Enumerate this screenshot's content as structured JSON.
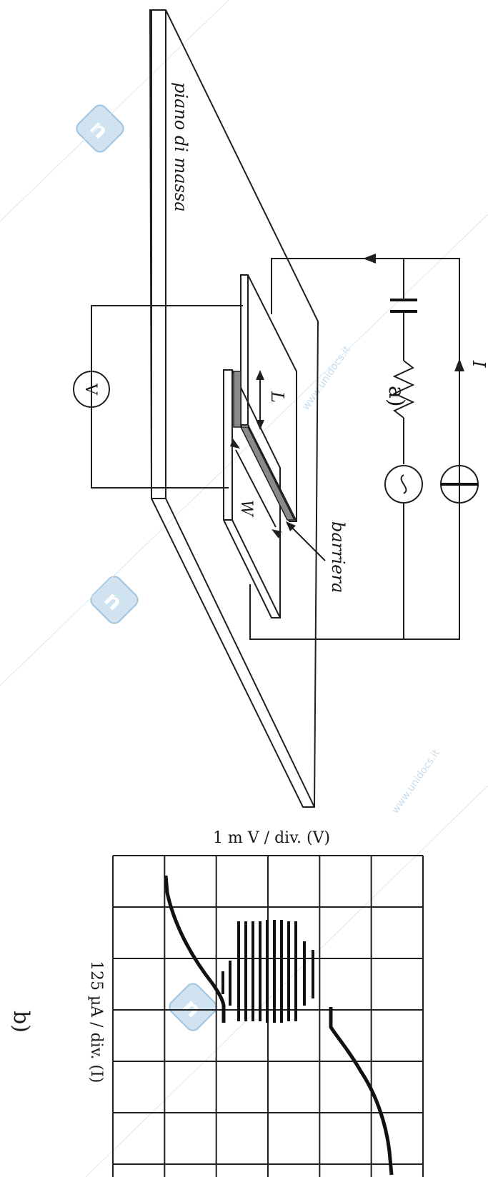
{
  "labels": {
    "ground_plane": "piano di massa",
    "barrier": "barriera",
    "current": "I",
    "length": "L",
    "width": "W",
    "voltmeter": "V",
    "panel_a": "a)",
    "panel_b": "b)",
    "axis_v": "1 m V / div. (V)",
    "axis_i": "125 µA / div. (I)"
  },
  "watermark": {
    "text": "www.unidocs.it",
    "logo_letter": "n"
  },
  "grid": {
    "cols": 6,
    "rows": 6
  },
  "colors": {
    "ink": "#1f1f1f",
    "film": "#8a8a8a",
    "watermark": "#cfe3f0"
  }
}
